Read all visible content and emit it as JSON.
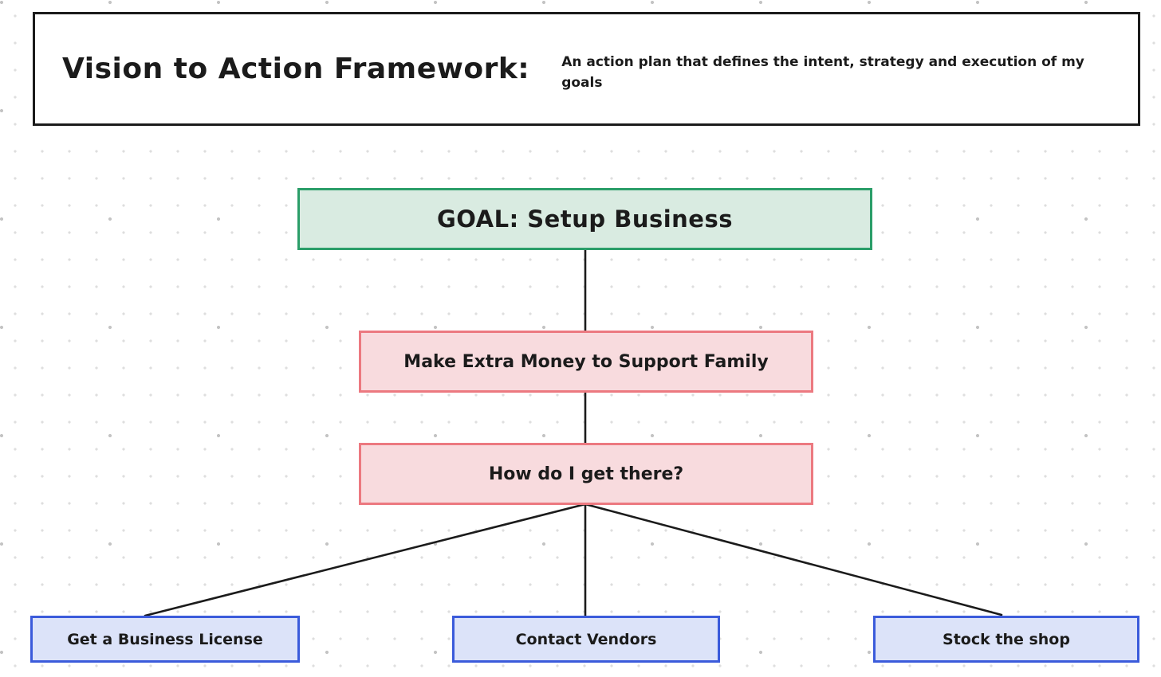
{
  "header": {
    "title": "Vision to Action Framework:",
    "subtitle": "An action plan that defines the intent, strategy and execution of my goals"
  },
  "flowchart": {
    "connector_color": "#1b1b1b",
    "nodes": [
      {
        "id": "goal",
        "label": "GOAL: Setup Business",
        "type": "goal",
        "fill": "#d9ebe1",
        "border": "#2b9e69"
      },
      {
        "id": "why",
        "label": "Make Extra Money to Support Family",
        "type": "reason",
        "fill": "#f8dbde",
        "border": "#ec7980"
      },
      {
        "id": "how",
        "label": "How do I get there?",
        "type": "question",
        "fill": "#f8dbde",
        "border": "#ec7980"
      },
      {
        "id": "step-license",
        "label": "Get a Business License",
        "type": "action",
        "fill": "#dce3f9",
        "border": "#3b5bdb"
      },
      {
        "id": "step-vendors",
        "label": "Contact Vendors",
        "type": "action",
        "fill": "#dce3f9",
        "border": "#3b5bdb"
      },
      {
        "id": "step-stock",
        "label": "Stock the shop",
        "type": "action",
        "fill": "#dce3f9",
        "border": "#3b5bdb"
      }
    ]
  }
}
